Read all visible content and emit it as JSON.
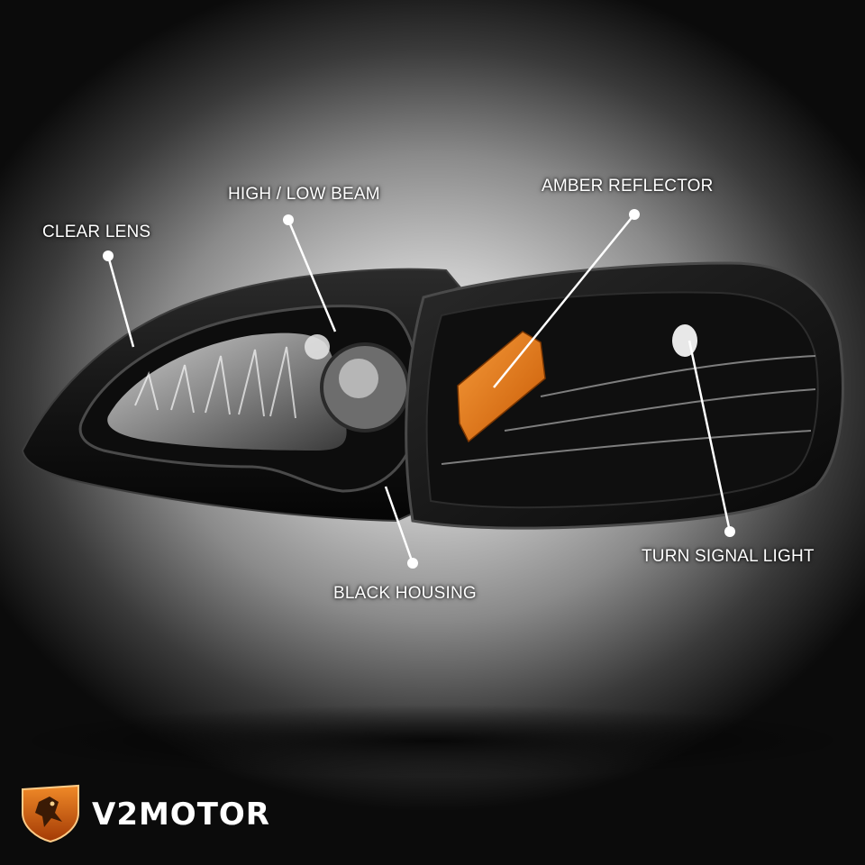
{
  "labels": {
    "clear_lens": "CLEAR LENS",
    "high_low_beam": "HIGH / LOW BEAM",
    "amber_reflector": "AMBER REFLECTOR",
    "turn_signal_light": "TURN SIGNAL LIGHT",
    "black_housing": "BLACK HOUSING"
  },
  "brand": {
    "name": "V2MOTOR"
  },
  "icons": {
    "logo": "griffin-shield-icon"
  },
  "colors": {
    "amber": "#e8720c",
    "housing": "#151515",
    "callout": "#ffffff",
    "logo_orange": "#e05a12"
  }
}
